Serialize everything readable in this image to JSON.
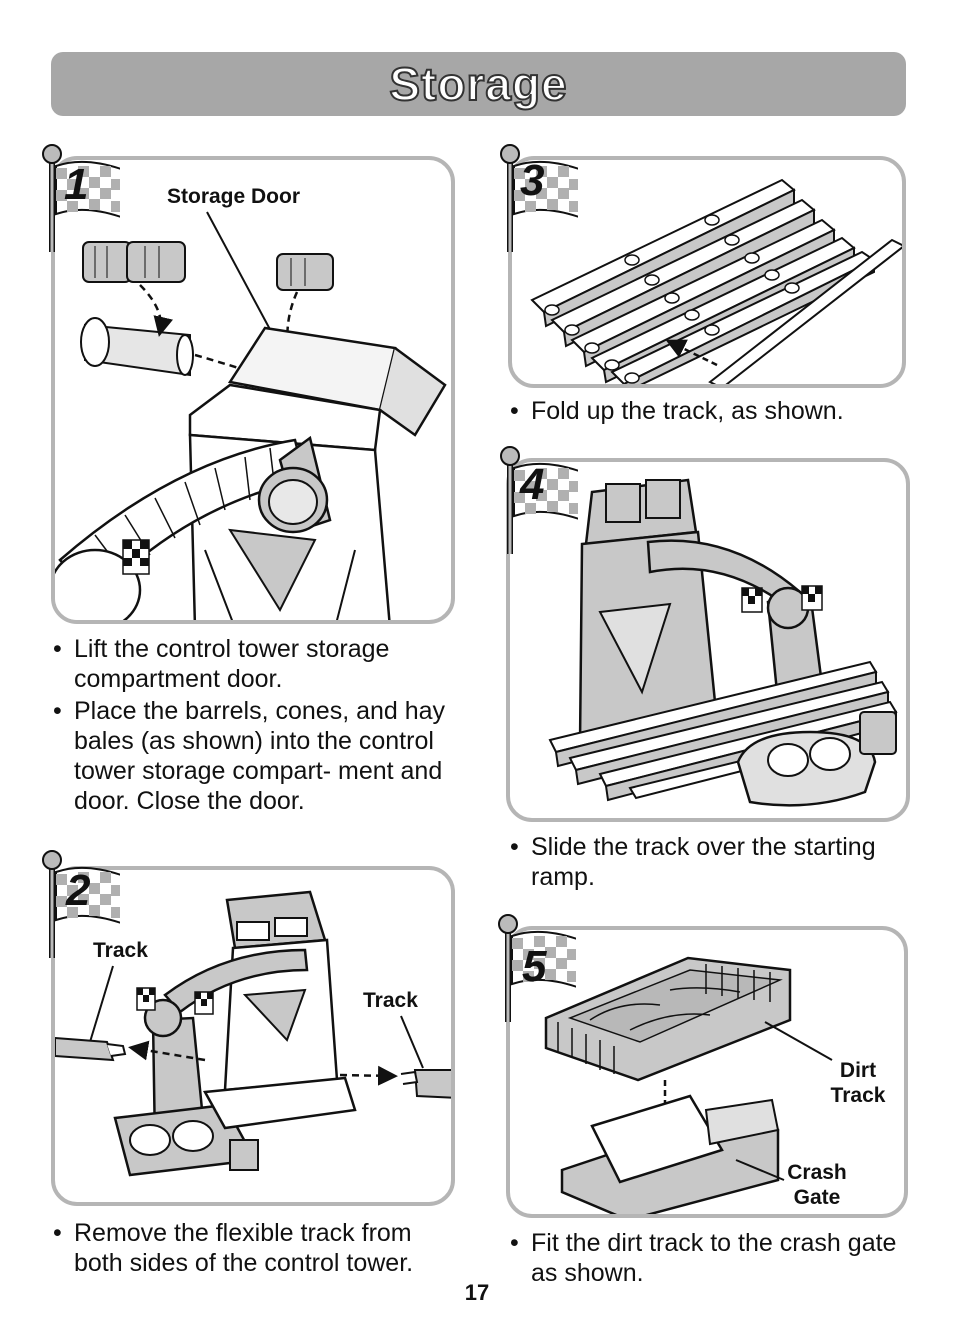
{
  "page": {
    "title": "Storage",
    "page_number": "17"
  },
  "steps": [
    {
      "number": "1",
      "labels": [
        "Storage Door"
      ],
      "bullets": [
        "Lift the control tower storage compartment door.",
        "Place the barrels, cones, and hay bales (as shown) into the control tower storage compart- ment and door. Close the door."
      ]
    },
    {
      "number": "2",
      "labels": [
        "Track",
        "Track"
      ],
      "bullets": [
        "Remove the flexible track from both sides of the control tower."
      ]
    },
    {
      "number": "3",
      "labels": [],
      "bullets": [
        "Fold up the track, as shown."
      ]
    },
    {
      "number": "4",
      "labels": [],
      "bullets": [
        "Slide the track over the starting ramp."
      ]
    },
    {
      "number": "5",
      "labels": [
        "Dirt Track",
        "Crash Gate"
      ],
      "bullets": [
        "Fit the dirt track to the crash gate as shown."
      ]
    }
  ],
  "colors": {
    "title_bar": "#a7a7a7",
    "panel_border": "#b5b5b5",
    "illustration_fill": "#c8c8c8",
    "flag_check": "#b0b0b0"
  },
  "icons": [
    "checkered-flag-icon"
  ]
}
